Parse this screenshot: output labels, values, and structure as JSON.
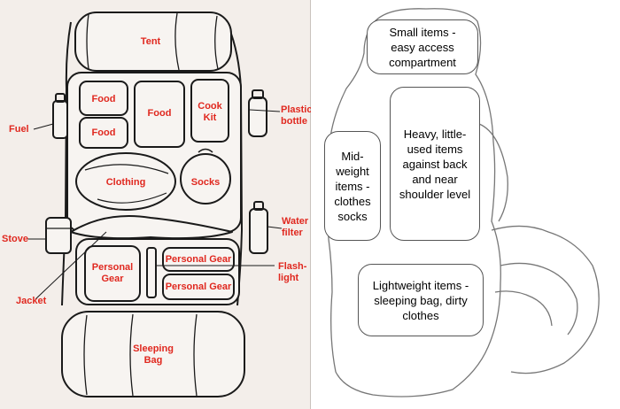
{
  "pack_diagram": {
    "compartments": {
      "tent": "Tent",
      "food_top_left": "Food",
      "food_bottom_left": "Food",
      "food_center": "Food",
      "cook_kit": "Cook\nKit",
      "clothing": "Clothing",
      "socks": "Socks",
      "personal_gear_left": "Personal\nGear",
      "personal_gear_top_right": "Personal Gear",
      "personal_gear_bottom_right": "Personal Gear",
      "sleeping_bag": "Sleeping\nBag"
    },
    "callouts": {
      "fuel": "Fuel",
      "plastic_bottle": "Plastic\nbottle",
      "stove": "Stove",
      "water_filter": "Water\nfilter",
      "flashlight": "Flash-\nlight",
      "jacket": "Jacket"
    },
    "colors": {
      "label_red": "#e0281f",
      "paper": "#f3eeea",
      "ink": "#1a1a1a"
    }
  },
  "packing_zones": {
    "top_compartment": "Small items -\neasy access\ncompartment",
    "heavy_items": "Heavy, little-\nused items\nagainst back\nand near\nshoulder level",
    "mid_weight": "Mid-\nweight\nitems -\nclothes\nsocks",
    "lightweight": "Lightweight items -\nsleeping bag, dirty\nclothes"
  }
}
